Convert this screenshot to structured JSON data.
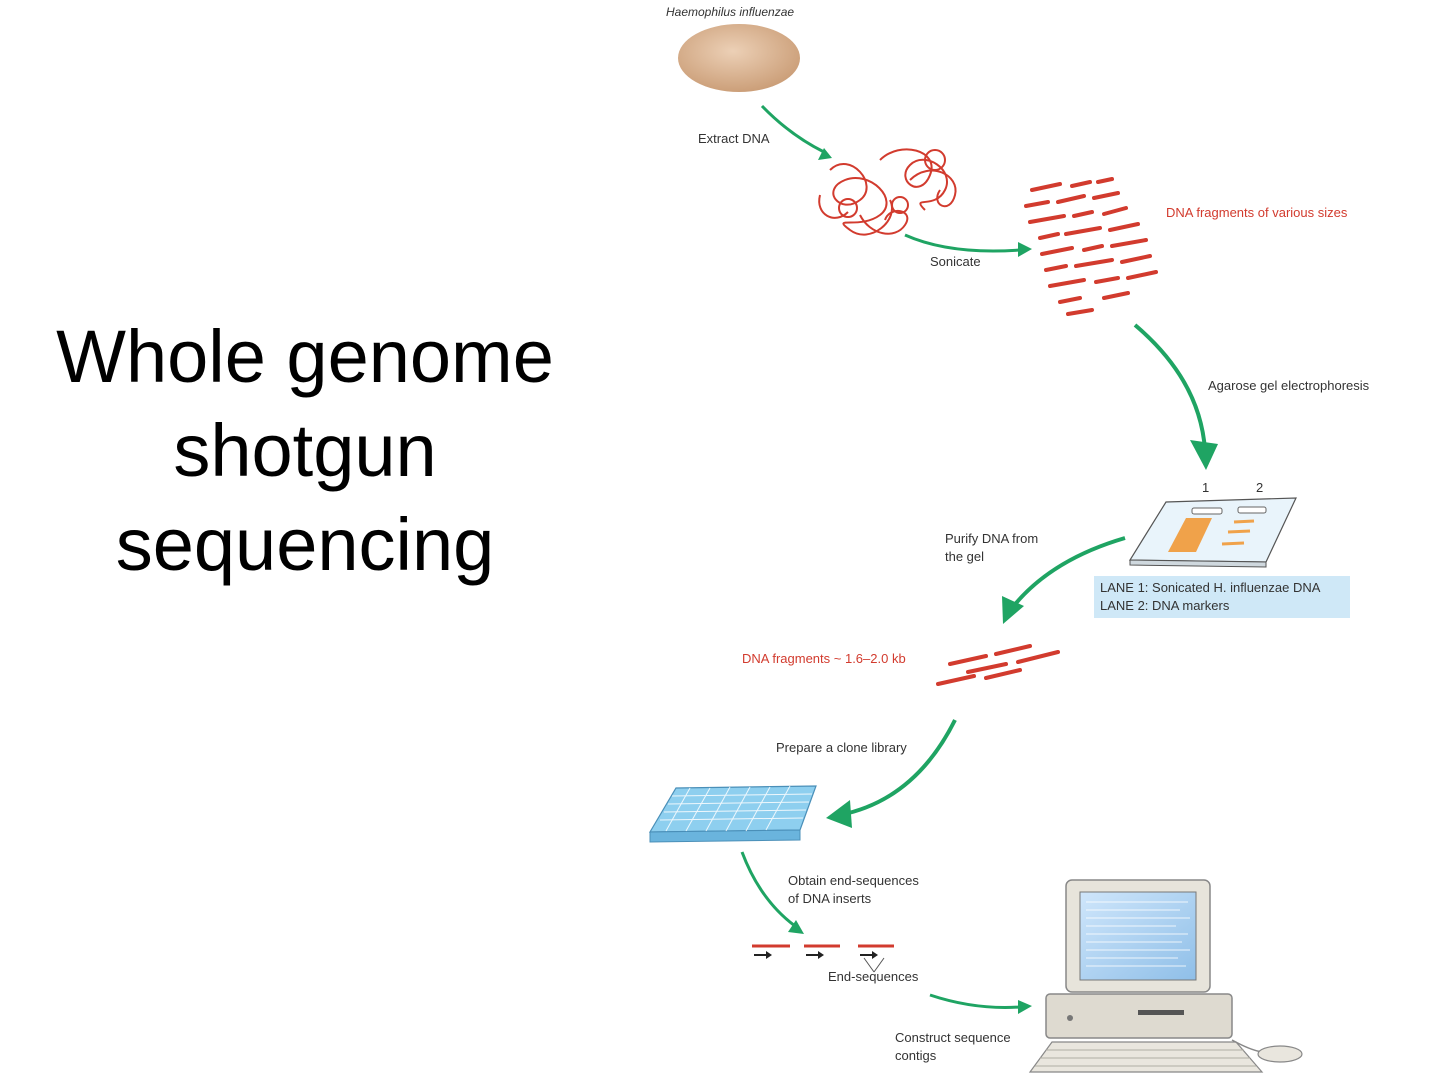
{
  "title": {
    "line1": "Whole genome",
    "line2": "shotgun",
    "line3": "sequencing"
  },
  "labels": {
    "organism": "Haemophilus influenzae",
    "extract": "Extract DNA",
    "sonicate": "Sonicate",
    "fragments_various": "DNA fragments of various sizes",
    "agarose": "Agarose gel electrophoresis",
    "lane_num_1": "1",
    "lane_num_2": "2",
    "purify_1": "Purify DNA from",
    "purify_2": "the gel",
    "lane1": "LANE 1: Sonicated H. influenzae DNA",
    "lane2": "LANE 2: DNA markers",
    "fragments_sized": "DNA fragments ~ 1.6–2.0 kb",
    "clone": "Prepare a clone library",
    "end_seq_1": "Obtain end-sequences",
    "end_seq_2": "of DNA inserts",
    "end_sequences": "End-sequences",
    "construct_1": "Construct sequence",
    "construct_2": "contigs"
  },
  "colors": {
    "arrow": "#1fa463",
    "dna": "#d23b2e",
    "cell": "#dcb491",
    "plate": "#8ecfef",
    "gel_band": "#f0a24a"
  }
}
